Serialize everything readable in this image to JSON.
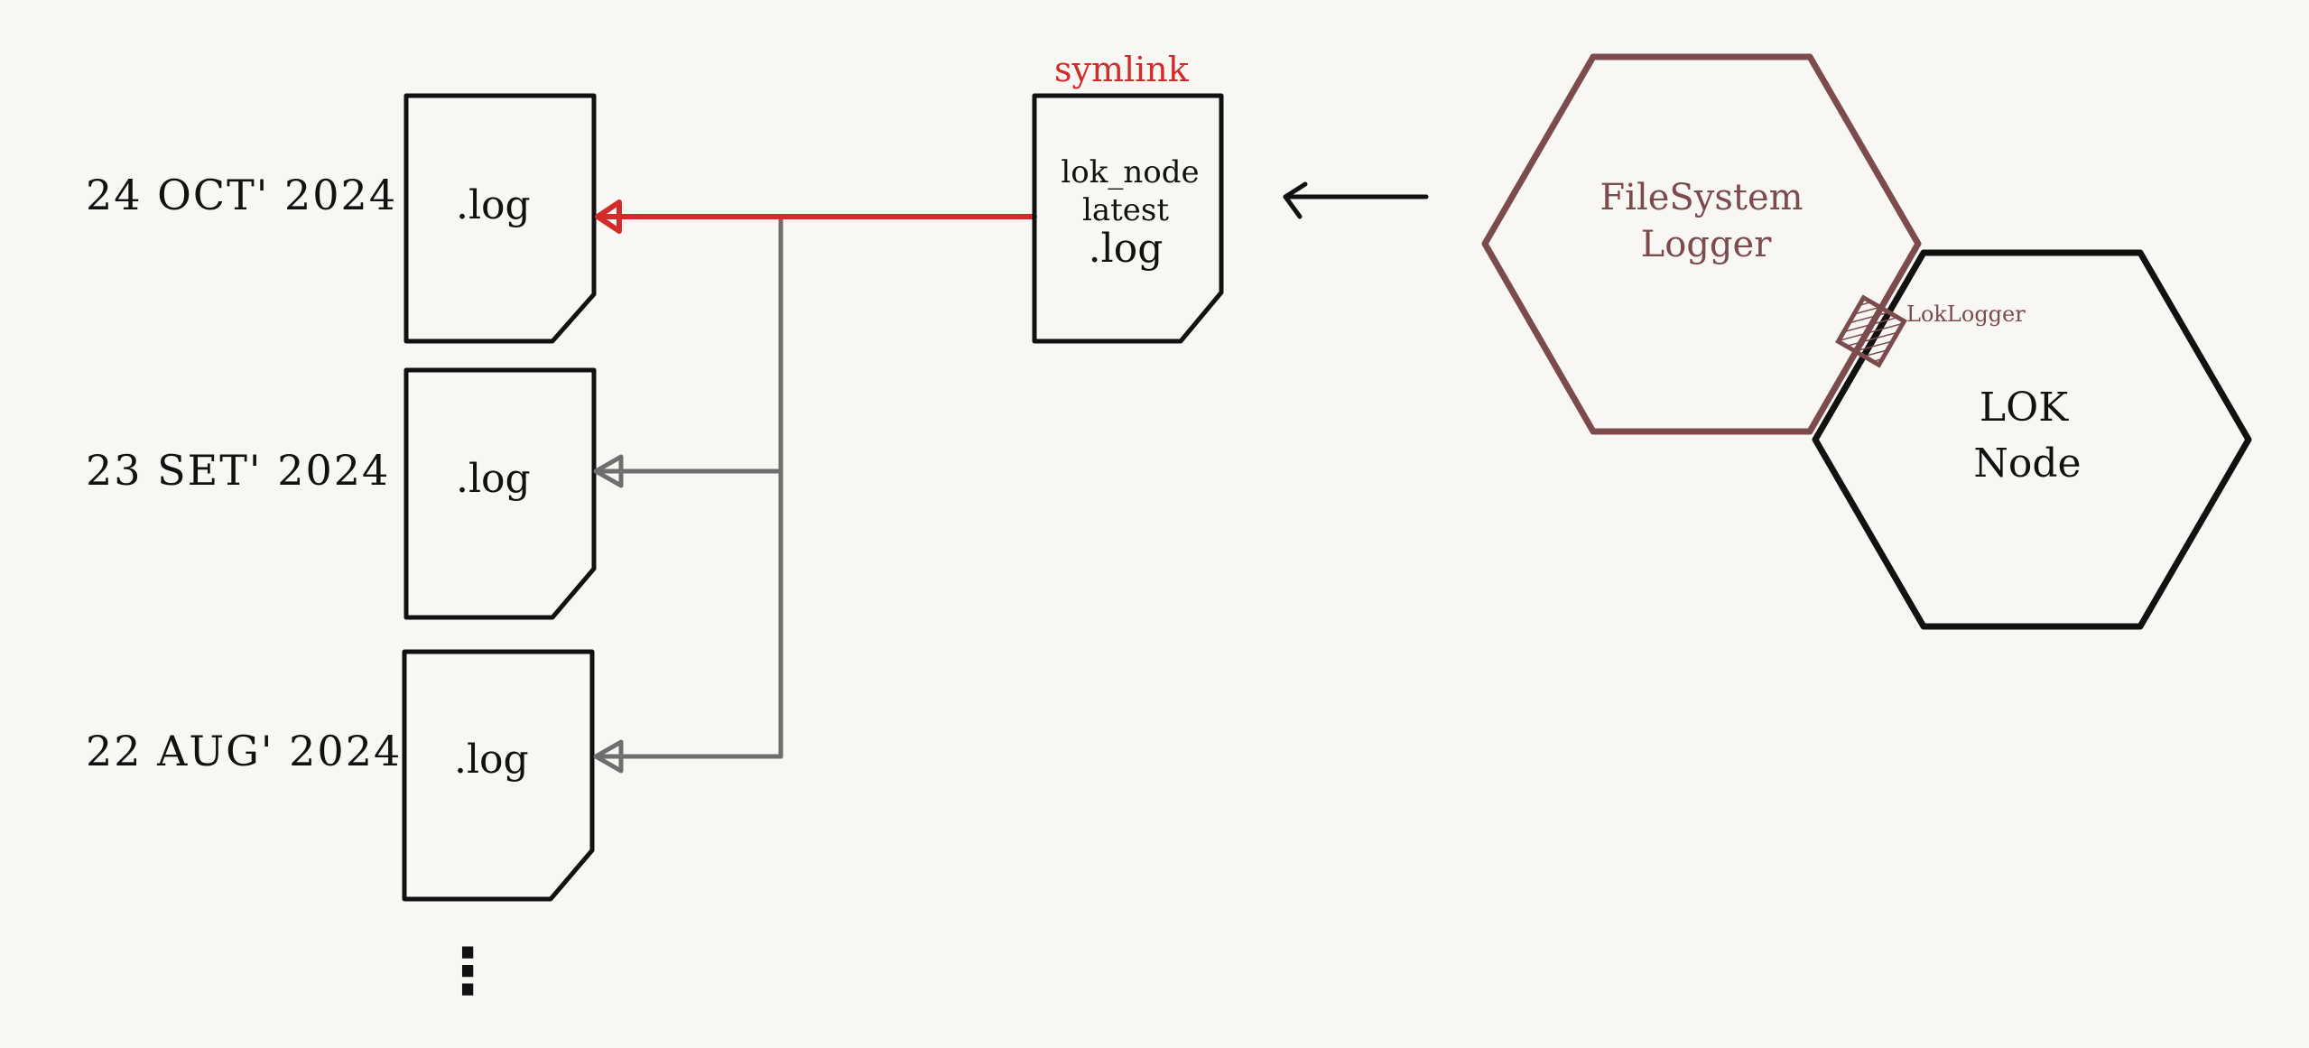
{
  "log_files": [
    {
      "date_label": "24 OCT' 2024",
      "file_label": ".log"
    },
    {
      "date_label": "23 SET' 2024",
      "file_label": ".log"
    },
    {
      "date_label": "22 AUG' 2024",
      "file_label": ".log"
    }
  ],
  "more_indicator": "⋮",
  "symlink": {
    "label": "symlink",
    "file_lines": [
      "lok_node",
      "latest",
      ".log"
    ]
  },
  "filesystem_logger": {
    "lines": [
      "FileSystem",
      "Logger"
    ]
  },
  "lok_node": {
    "lines": [
      "LOK",
      "Node"
    ]
  },
  "connector_label": "LokLogger",
  "colors": {
    "background": "#f9f7f3",
    "ink": "#111111",
    "symlink_red": "#d32a2a",
    "archive_gray": "#6e6e6e",
    "logger_brown": "#7b4b4e"
  }
}
